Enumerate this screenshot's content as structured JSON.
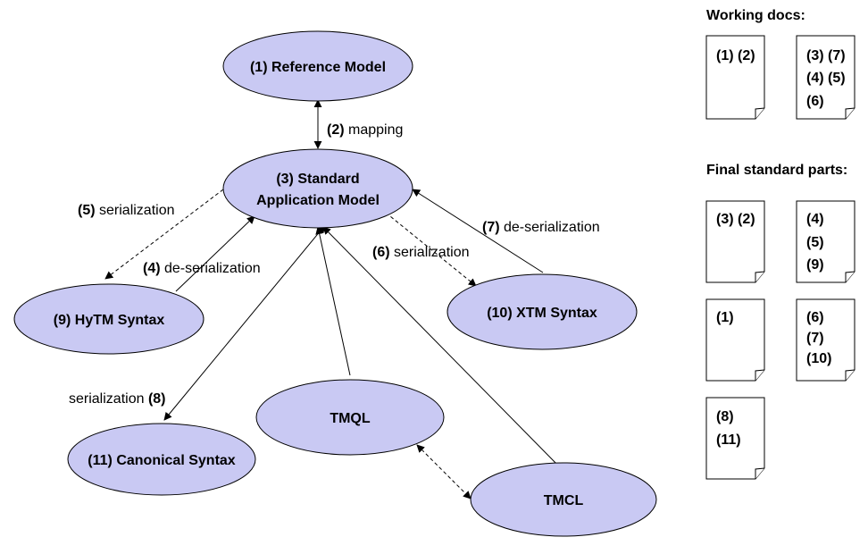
{
  "nodes": {
    "reference_model": "(1) Reference Model",
    "standard_app_model_line1": "(3) Standard",
    "standard_app_model_line2": "Application Model",
    "hytm_syntax": "(9) HyTM Syntax",
    "xtm_syntax": "(10) XTM Syntax",
    "canonical_syntax": "(11) Canonical Syntax",
    "tmql": "TMQL",
    "tmcl": "TMCL"
  },
  "edges": {
    "mapping": {
      "num": "(2)",
      "text": " mapping"
    },
    "serialization_5": {
      "num": "(5)",
      "text": " serialization"
    },
    "deserialization_4": {
      "num": "(4)",
      "text": " de-serialization"
    },
    "serialization_6": {
      "num": "(6)",
      "text": " serialization"
    },
    "deserialization_7": {
      "num": "(7)",
      "text": " de-serialization"
    },
    "serialization_8": {
      "text": "serialization ",
      "num": "(8)"
    }
  },
  "working_docs": {
    "heading": "Working docs:",
    "docs": [
      {
        "lines": [
          "(1) (2)"
        ]
      },
      {
        "lines": [
          "(3) (7)",
          "(4) (5)",
          "(6)"
        ]
      }
    ]
  },
  "final_parts": {
    "heading": "Final standard parts:",
    "docs": [
      {
        "lines": [
          "(3) (2)"
        ]
      },
      {
        "lines": [
          "(4)",
          "(5)",
          "(9)"
        ]
      },
      {
        "lines": [
          "(1)"
        ]
      },
      {
        "lines": [
          "(6)",
          "(7)",
          "(10)"
        ]
      },
      {
        "lines": [
          "(8)",
          "(11)"
        ]
      }
    ]
  },
  "colors": {
    "node_fill": "#c9c9f3",
    "stroke": "#000000"
  }
}
